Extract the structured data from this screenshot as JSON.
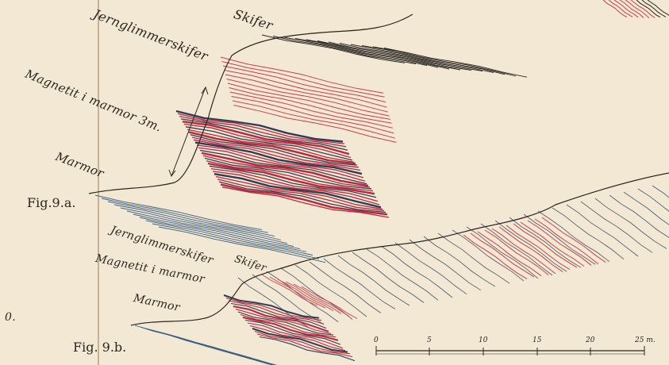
{
  "fig_a": {
    "figure_label": "Fig.9.a.",
    "labels": {
      "skifer": "Skifer",
      "jernglimmerskifer": "Jernglimmerskifer",
      "magnetit": "Magnetit i marmor 3m.",
      "marmor": "Marmor"
    }
  },
  "fig_b": {
    "figure_label": "Fig. 9.b.",
    "labels": {
      "jernglimmerskifer": "Jernglimmerskifer",
      "skifer": "Skifer",
      "magnetit": "Magnetit i marmor",
      "marmor": "Marmor"
    }
  },
  "edge_mark": "0.",
  "scale_bar": {
    "ticks": [
      "0",
      "5",
      "10",
      "15",
      "20",
      "25 m."
    ]
  },
  "colors": {
    "paper": "#f2e8d3",
    "schist_blue": "#3d5f80",
    "iron_red": "#c8404a",
    "ink": "#2a2622"
  }
}
